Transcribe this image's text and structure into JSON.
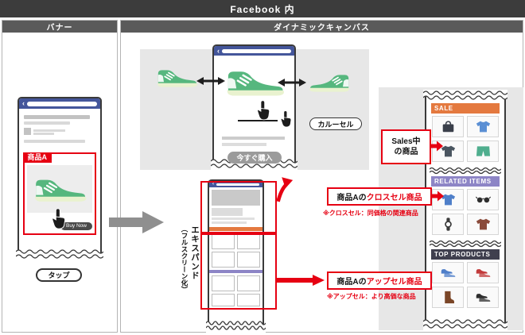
{
  "colors": {
    "accent_red": "#e60012",
    "facebook_blue": "#44569b",
    "header_dark": "#3c3c3c",
    "column_header_gray": "#5a5a5a",
    "panel_gray": "#e7e7e7",
    "sneaker_green": "#56b77e",
    "sale_orange": "#e4793f",
    "related_purple": "#8d85c6",
    "top_products_dark": "#3f3f4e"
  },
  "top_header": {
    "title": "Facebook 内"
  },
  "column_headers": {
    "banner": "バナー",
    "dynamic_canvas": "ダイナミックキャンバス"
  },
  "banner_phone": {
    "product_tag": "商品A",
    "buy_now_label": "Buy Now",
    "tap_label": "タップ"
  },
  "carousel": {
    "buy_button_label": "今すぐ購入",
    "carousel_label": "カルーセル"
  },
  "expand": {
    "label_main": "エキスパンド",
    "label_sub": "（フルスクリーン化）"
  },
  "right_phone": {
    "sections": [
      {
        "title": "SALE",
        "color": "#e4793f",
        "products": [
          {
            "icon": "bag-icon",
            "color": "#3a3f4a"
          },
          {
            "icon": "tshirt-icon",
            "color": "#5b8fd4"
          },
          {
            "icon": "tshirt-icon",
            "color": "#4a5560"
          },
          {
            "icon": "shorts-icon",
            "color": "#4fae8e"
          }
        ]
      },
      {
        "title": "RELATED ITEMS",
        "color": "#8d85c6",
        "products": [
          {
            "icon": "tshirt-icon",
            "color": "#4f7fc9"
          },
          {
            "icon": "sunglasses-icon",
            "color": "#2e2e2e"
          },
          {
            "icon": "watch-icon",
            "color": "#3a3a3a"
          },
          {
            "icon": "tshirt-icon",
            "color": "#8a4a3a"
          }
        ]
      },
      {
        "title": "TOP PRODUCTS",
        "color": "#3f3f4e",
        "products": [
          {
            "icon": "shoes-icon",
            "color": "#4f7fc9"
          },
          {
            "icon": "shoes-icon",
            "color": "#c23b3b"
          },
          {
            "icon": "boot-icon",
            "color": "#7a4527"
          },
          {
            "icon": "shoes-icon",
            "color": "#2e2e2e"
          }
        ]
      }
    ]
  },
  "annotations": {
    "sale": {
      "line1": "Sales中",
      "line2": "の商品"
    },
    "cross_sell": {
      "prefix": "商品Aの",
      "highlight": "クロスセル商品",
      "note": "※クロスセル：同価格の関連商品"
    },
    "up_sell": {
      "prefix": "商品Aの",
      "highlight": "アップセル商品",
      "note": "※アップセル：より高価な商品"
    }
  }
}
